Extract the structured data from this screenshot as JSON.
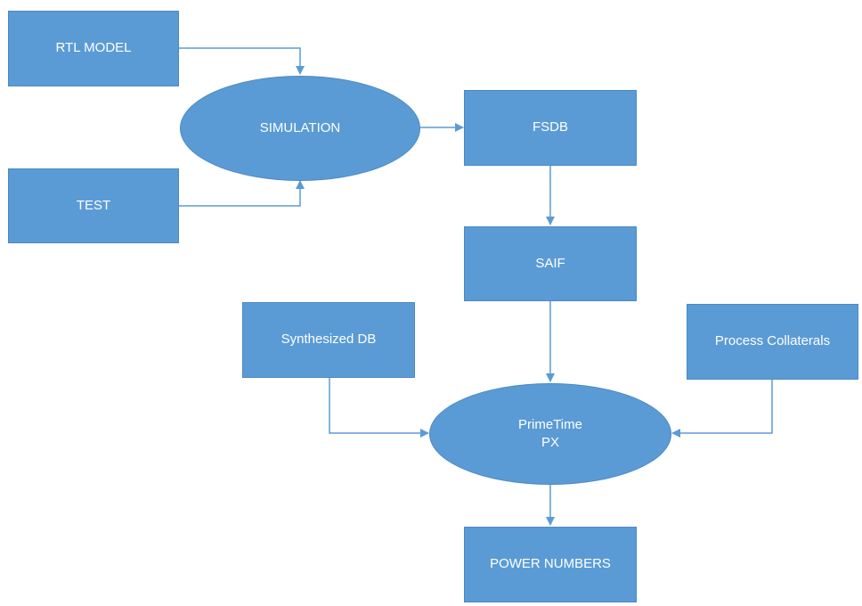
{
  "diagram": {
    "nodes": {
      "rtl_model": "RTL MODEL",
      "test": "TEST",
      "simulation": "SIMULATION",
      "fsdb": "FSDB",
      "saif": "SAIF",
      "synthesized_db": "Synthesized DB",
      "process_collaterals": "Process Collaterals",
      "primetime_line1": "PrimeTime",
      "primetime_line2": "PX",
      "power_numbers": "POWER NUMBERS"
    },
    "edges": [
      {
        "from": "rtl_model",
        "to": "simulation"
      },
      {
        "from": "test",
        "to": "simulation"
      },
      {
        "from": "simulation",
        "to": "fsdb"
      },
      {
        "from": "fsdb",
        "to": "saif"
      },
      {
        "from": "saif",
        "to": "primetime"
      },
      {
        "from": "synthesized_db",
        "to": "primetime"
      },
      {
        "from": "process_collaterals",
        "to": "primetime"
      },
      {
        "from": "primetime",
        "to": "power_numbers"
      }
    ],
    "colors": {
      "fill": "#5b9bd5",
      "border": "#4a89c2",
      "connector": "#5b9bd5",
      "text": "#ffffff"
    }
  }
}
